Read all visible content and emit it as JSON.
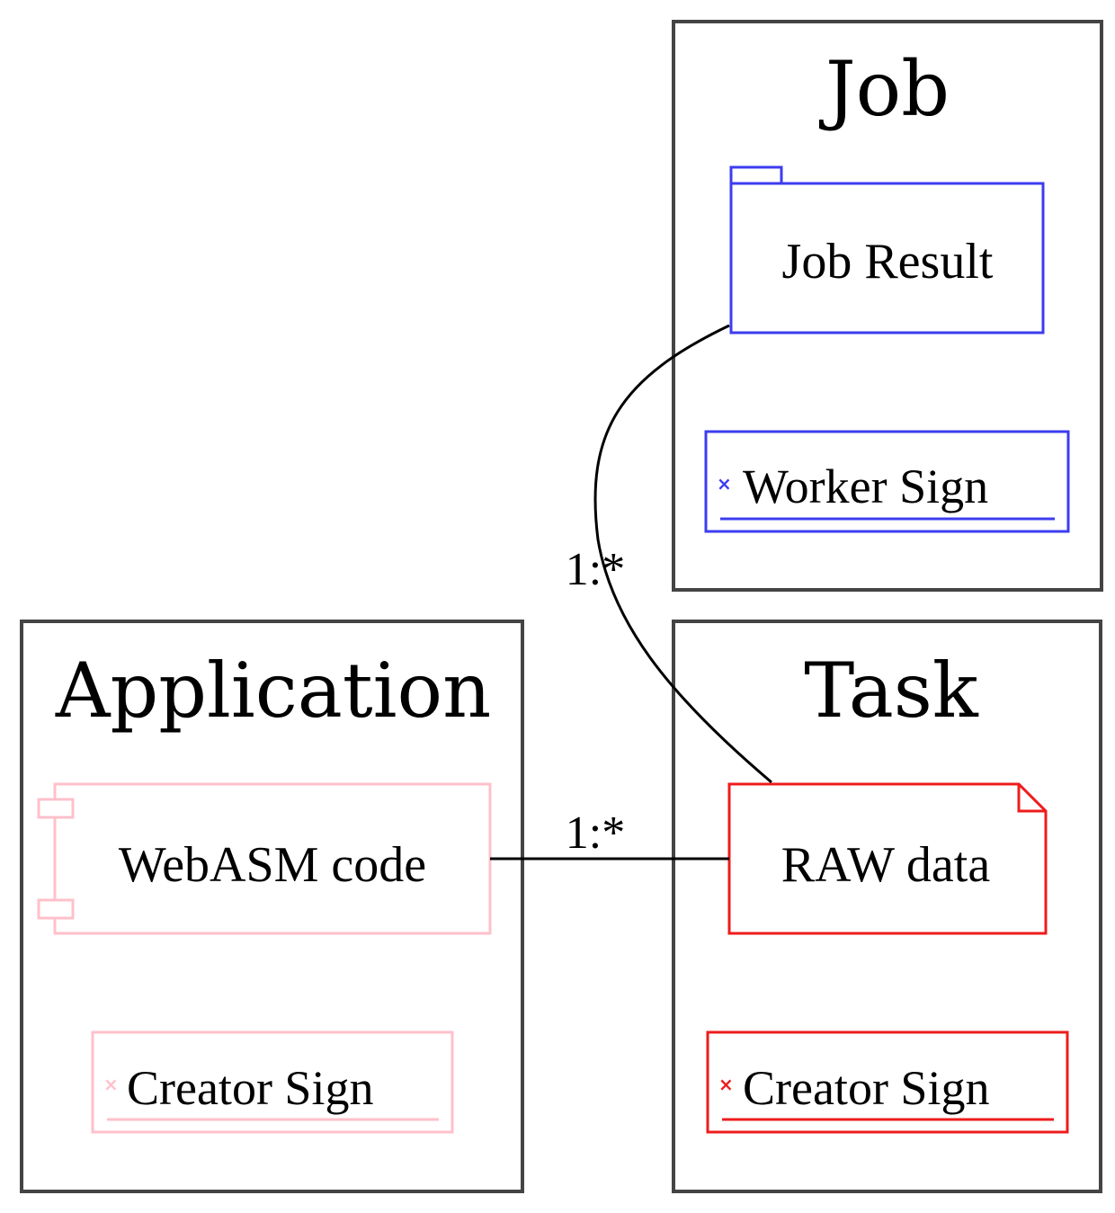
{
  "colors": {
    "container_border": "#444444",
    "job_blue": "#3c3cf0",
    "task_red": "#ee1c1c",
    "app_pink": "#ffc0cb",
    "edge": "#000000"
  },
  "containers": {
    "job": {
      "title": "Job"
    },
    "task": {
      "title": "Task"
    },
    "application": {
      "title": "Application"
    }
  },
  "nodes": {
    "job_result": {
      "label": "Job Result",
      "shape": "folder"
    },
    "worker_sign": {
      "label": "Worker Sign",
      "shape": "signature"
    },
    "raw_data": {
      "label": "RAW data",
      "shape": "note"
    },
    "task_creator_sign": {
      "label": "Creator Sign",
      "shape": "signature"
    },
    "webasm_code": {
      "label": "WebASM code",
      "shape": "component"
    },
    "app_creator_sign": {
      "label": "Creator Sign",
      "shape": "signature"
    }
  },
  "edges": [
    {
      "from": "webasm_code",
      "to": "raw_data",
      "label": "1:*"
    },
    {
      "from": "raw_data",
      "to": "job_result",
      "label": "1:*"
    }
  ]
}
